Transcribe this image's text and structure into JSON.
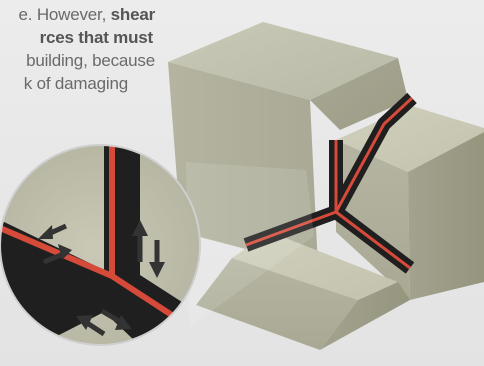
{
  "text": {
    "line1_prefix": "e. However, ",
    "line1_bold": "shear",
    "line2_bold": "rces that must",
    "line3": "building, because",
    "line4": "k of damaging"
  },
  "colors": {
    "concrete": "#b7b7a4",
    "seal_black": "#1f1f1f",
    "seal_red": "#d64a3a",
    "arrow": "#333333"
  },
  "icons": [
    "arrow-left-icon",
    "arrow-right-icon",
    "arrow-up-icon",
    "arrow-down-icon"
  ]
}
